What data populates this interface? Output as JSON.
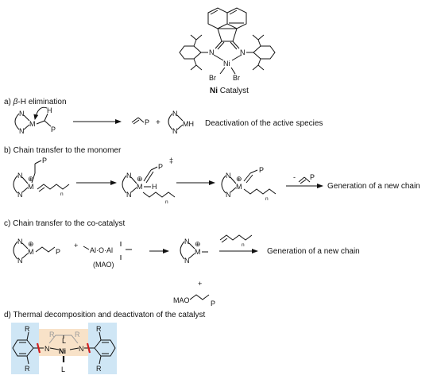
{
  "catalyst": {
    "metal": "Ni",
    "word": "Catalyst",
    "halide": "Br"
  },
  "atoms": {
    "N": "N",
    "M": "M",
    "H": "H",
    "P": "P",
    "R": "R",
    "L": "L",
    "n": "n",
    "charge": "⊕",
    "dagger": "‡",
    "MH": "MH"
  },
  "sections": {
    "a": {
      "title_prefix": "a) ",
      "title_beta": "β",
      "title_rest": "-H elimination",
      "text": "Deactivation of the active species"
    },
    "b": {
      "title": "b) Chain transfer to the monomer",
      "minus": "-",
      "text": "Generation of a new chain"
    },
    "c": {
      "title": "c) Chain transfer to the co-catalyst",
      "mao_formula": "Al·O·Al",
      "mao_label": "(MAO)",
      "plus": "+",
      "mao_product": "MAO",
      "text": "Generation of a new chain"
    },
    "d": {
      "title": "d) Thermal decomposition and deactivaton of the catalyst"
    }
  },
  "colors": {
    "ink": "#111111",
    "highlight_blue": "#cfe6f5",
    "highlight_orange": "#f8e2c8",
    "bond_cleavage_red": "#d21f1f",
    "faded": "#9a9a9a"
  }
}
